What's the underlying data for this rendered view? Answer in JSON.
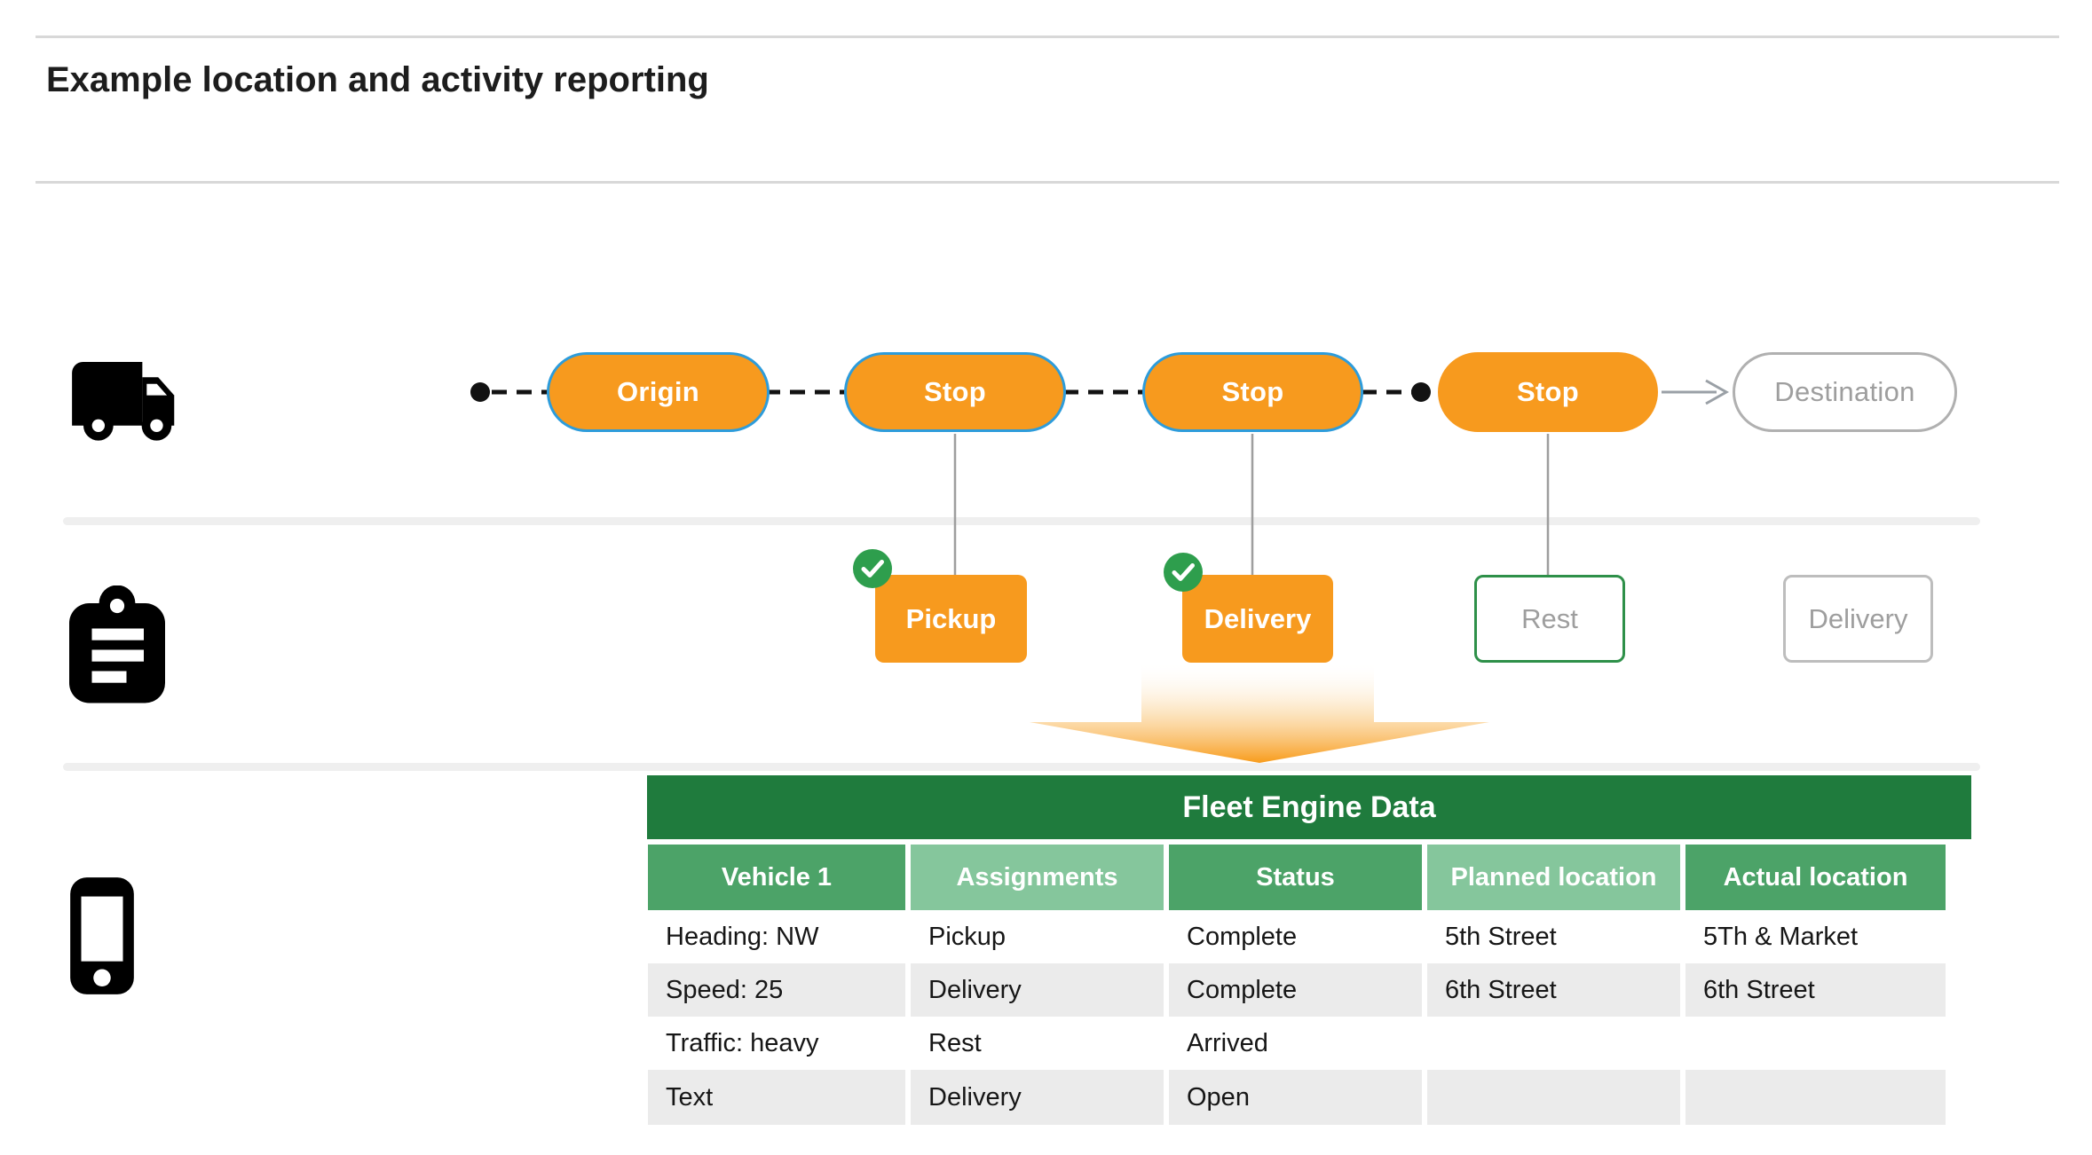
{
  "header": {
    "title": "Example location and activity reporting"
  },
  "route": {
    "nodes": [
      {
        "label": "Origin",
        "state": "visited"
      },
      {
        "label": "Stop",
        "state": "visited"
      },
      {
        "label": "Stop",
        "state": "visited"
      },
      {
        "label": "Stop",
        "state": "current"
      },
      {
        "label": "Destination",
        "state": "future"
      }
    ]
  },
  "activities": [
    {
      "label": "Pickup",
      "state": "complete",
      "checked": true
    },
    {
      "label": "Delivery",
      "state": "complete",
      "checked": true
    },
    {
      "label": "Rest",
      "state": "active",
      "checked": false
    },
    {
      "label": "Delivery",
      "state": "pending",
      "checked": false
    }
  ],
  "table": {
    "title": "Fleet Engine Data",
    "columns": [
      "Vehicle 1",
      "Assignments",
      "Status",
      "Planned location",
      "Actual location"
    ],
    "rows": [
      [
        "Heading: NW",
        "Pickup",
        "Complete",
        "5th Street",
        "5Th & Market"
      ],
      [
        "Speed: 25",
        "Delivery",
        "Complete",
        "6th Street",
        "6th Street"
      ],
      [
        "Traffic: heavy",
        "Rest",
        "Arrived",
        "",
        ""
      ],
      [
        "Text",
        "Delivery",
        "Open",
        "",
        ""
      ]
    ]
  },
  "icons": {
    "truck": "truck-icon",
    "clipboard": "clipboard-icon",
    "phone": "smartphone-icon",
    "check": "check-circle-icon",
    "down_arrow": "gradient-down-arrow",
    "destination_arrow": "arrowhead-right"
  },
  "colors": {
    "accent_orange": "#F79A1E",
    "node_border_blue": "#2D9CDB",
    "check_green": "#2E9E4D",
    "rest_border_green": "#2E9049",
    "table_banner_green": "#1F7B3D",
    "table_header_green": "#4CA368",
    "table_header_light_green": "#85C69C",
    "row_stripe_gray": "#EBEBEB",
    "muted_text_gray": "#9E9E9E"
  }
}
